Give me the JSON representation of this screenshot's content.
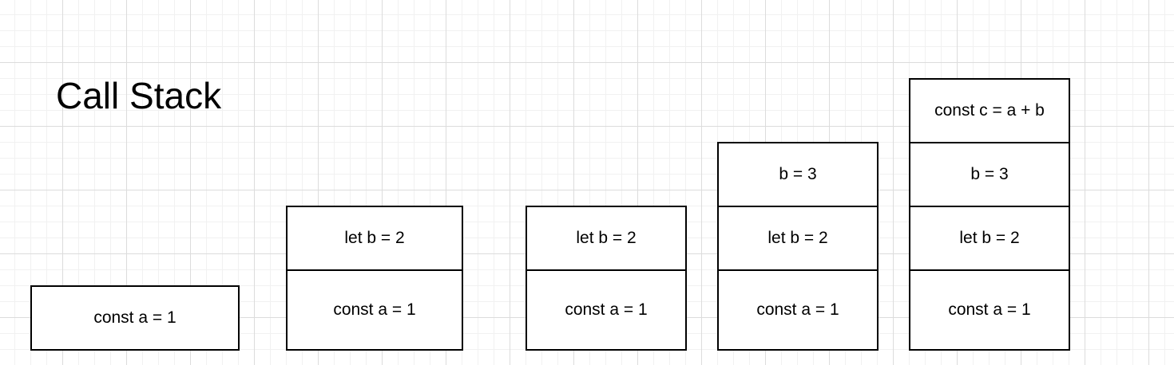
{
  "title": "Call Stack",
  "stacks": [
    {
      "frames": [
        "const a = 1"
      ]
    },
    {
      "frames": [
        "let b = 2",
        "const a = 1"
      ]
    },
    {
      "frames": [
        "let b = 2",
        "const a = 1"
      ]
    },
    {
      "frames": [
        "b = 3",
        "let b = 2",
        "const a = 1"
      ]
    },
    {
      "frames": [
        "const c = a + b",
        "b = 3",
        "let b = 2",
        "const a = 1"
      ]
    }
  ]
}
